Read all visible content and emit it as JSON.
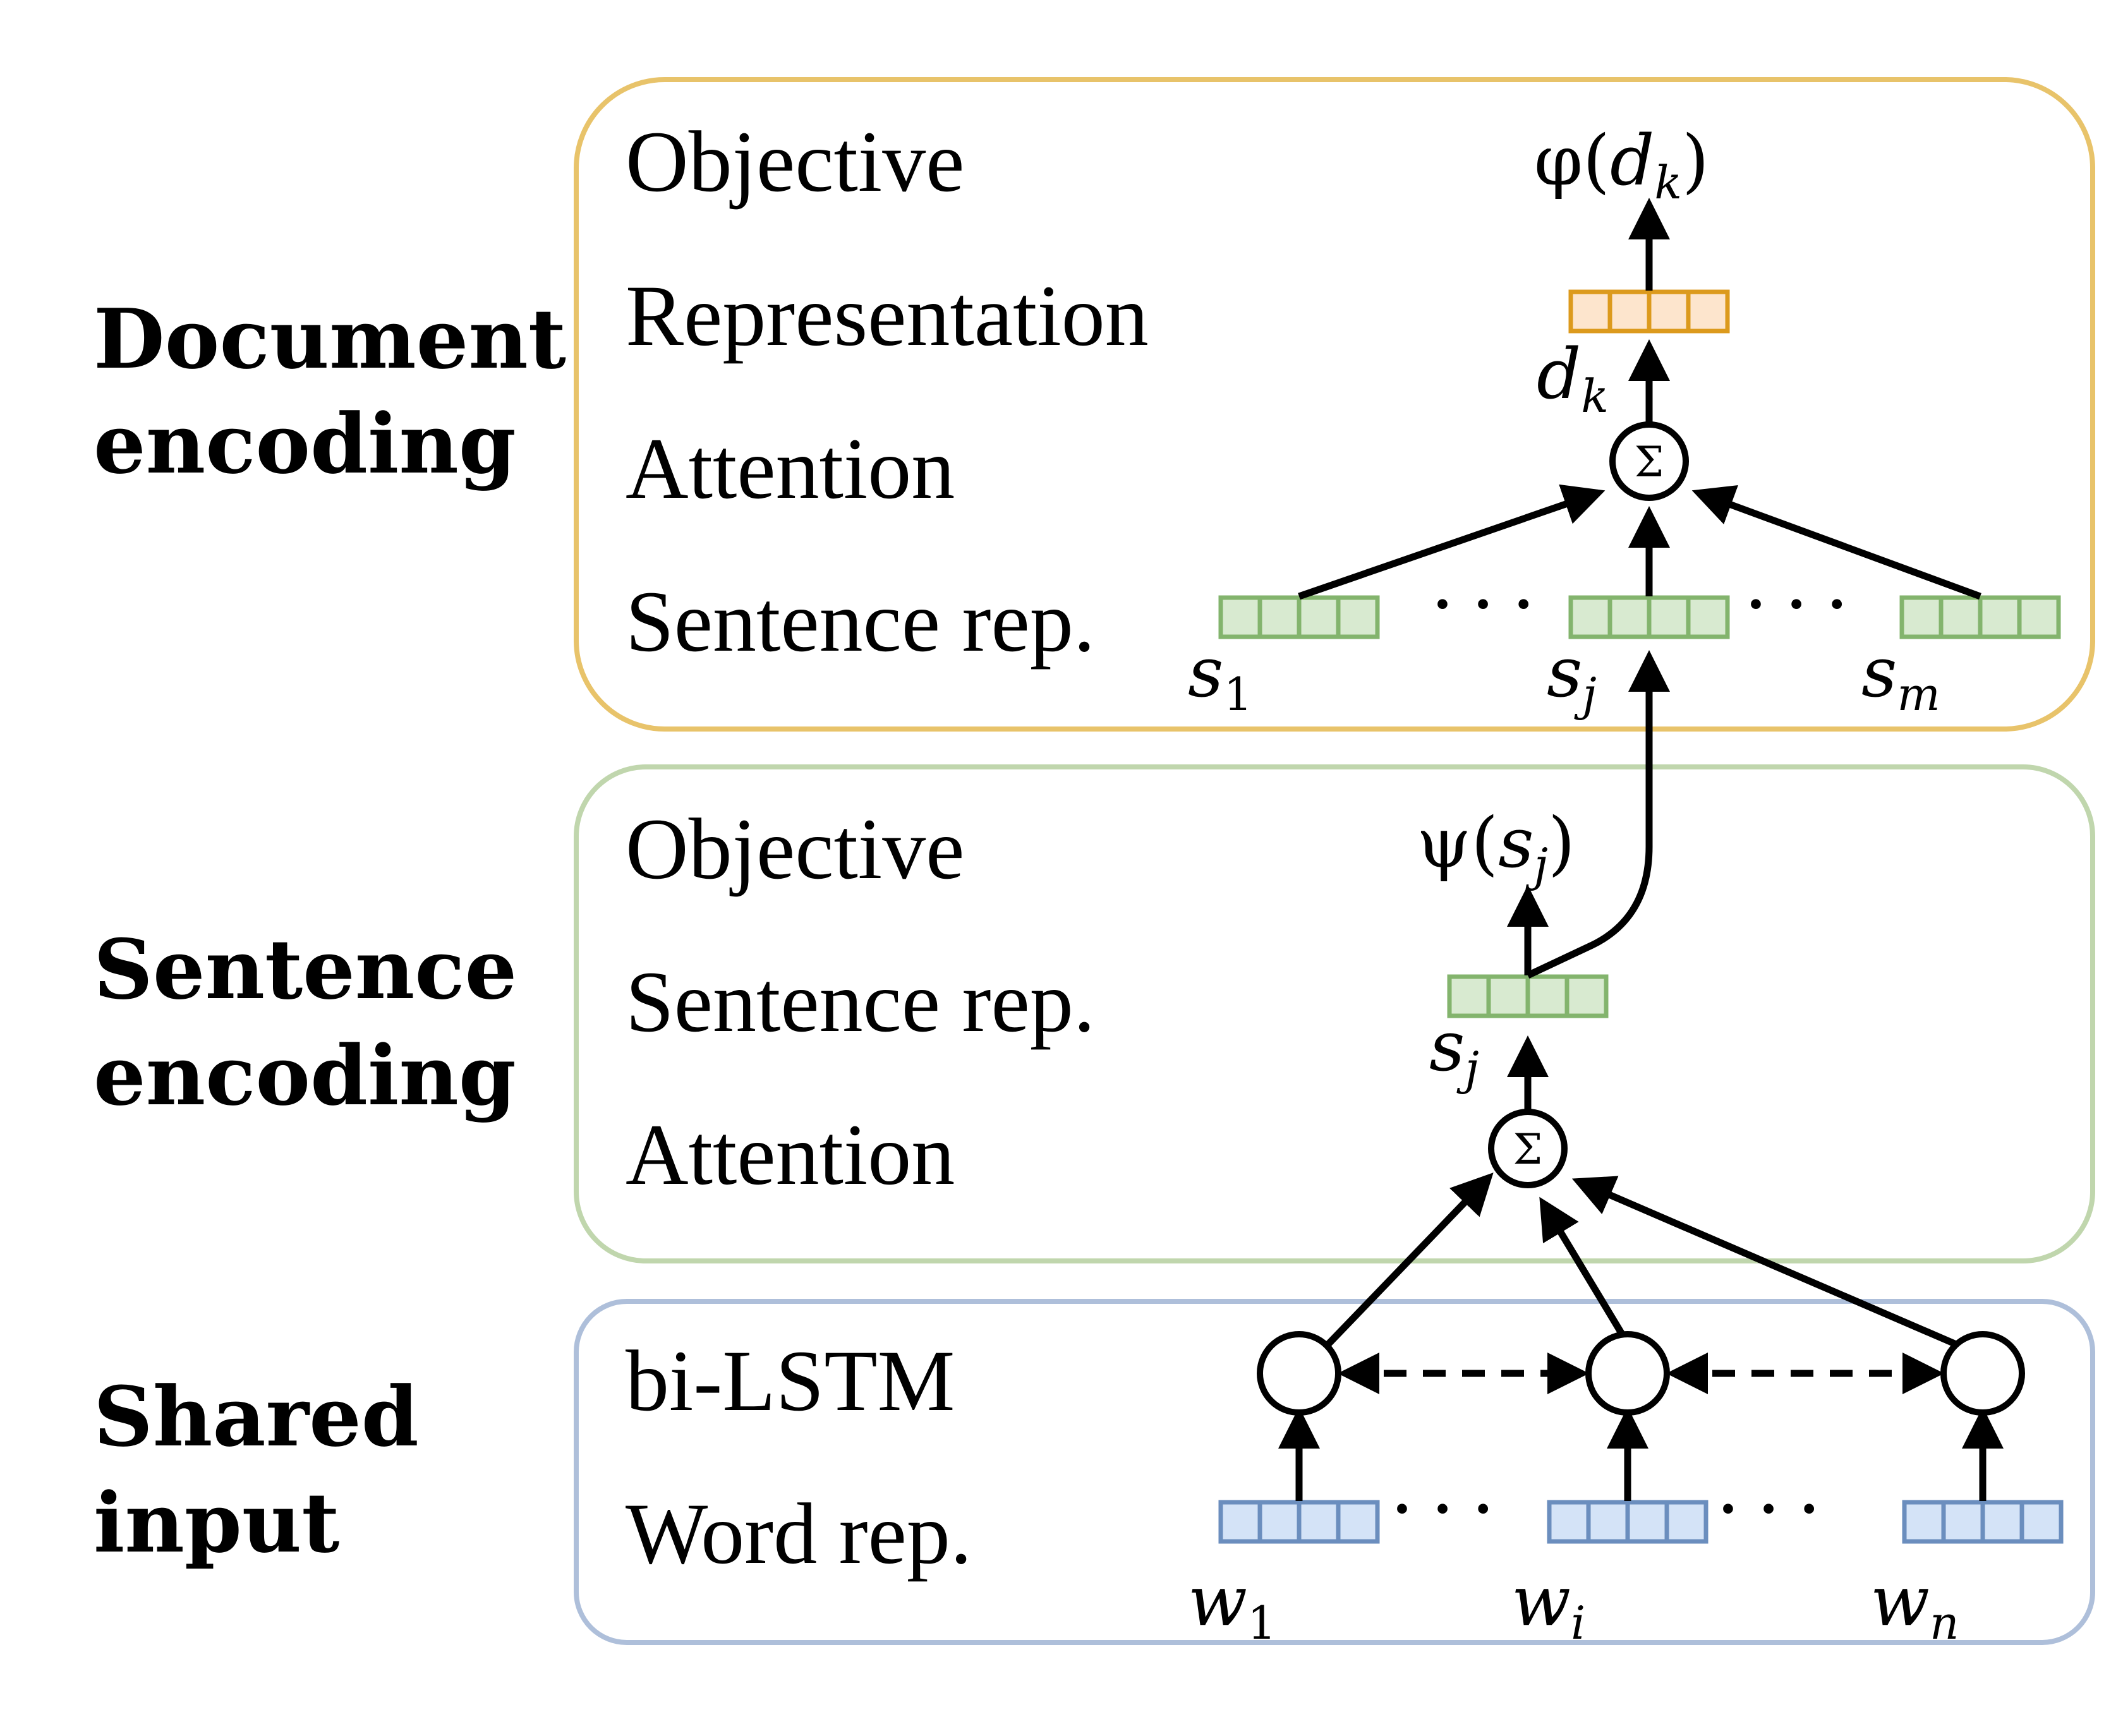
{
  "sections": {
    "document": {
      "title_line1": "Document",
      "title_line2": "encoding",
      "rows": [
        "Objective",
        "Representation",
        "Attention",
        "Sentence rep."
      ],
      "objective": {
        "fn": "φ(",
        "var": "d",
        "sub": "k",
        "close": ")"
      },
      "rep_label": {
        "var": "d",
        "sub": "k"
      },
      "sentence_labels": [
        {
          "var": "s",
          "sub": "1"
        },
        {
          "var": "s",
          "sub": "j"
        },
        {
          "var": "s",
          "sub": "m"
        }
      ]
    },
    "sentence": {
      "title_line1": "Sentence",
      "title_line2": "encoding",
      "rows": [
        "Objective",
        "Sentence rep.",
        "Attention"
      ],
      "objective": {
        "fn": "ψ(",
        "var": "s",
        "sub": "j",
        "close": ")"
      },
      "rep_label": {
        "var": "s",
        "sub": "j"
      }
    },
    "shared": {
      "title_line1": "Shared",
      "title_line2": "input",
      "rows": [
        "bi-LSTM",
        "Word rep."
      ],
      "word_labels": [
        {
          "var": "w",
          "sub": "1"
        },
        {
          "var": "w",
          "sub": "i"
        },
        {
          "var": "w",
          "sub": "n"
        }
      ]
    }
  },
  "sum_symbol": "Σ",
  "ellipsis": "···",
  "colors": {
    "document_border": "#e8c36a",
    "sentence_border": "#c0d6ad",
    "shared_border": "#aebfda",
    "doc_vector_stroke": "#dc9a1d",
    "doc_vector_fill": "#fde5cd",
    "sent_vector_stroke": "#83b46d",
    "sent_vector_fill": "#d8ead0",
    "word_vector_stroke": "#6b8ebe",
    "word_vector_fill": "#d4e3f7"
  }
}
